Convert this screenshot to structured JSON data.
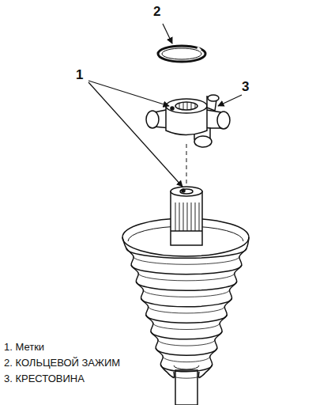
{
  "diagram": {
    "labels": [
      "2",
      "1",
      "3",
      "1. Метки",
      "2. КОЛЬЦЕВОЙ ЗАЖИМ",
      "3. КРЕСТОВИНА"
    ]
  }
}
